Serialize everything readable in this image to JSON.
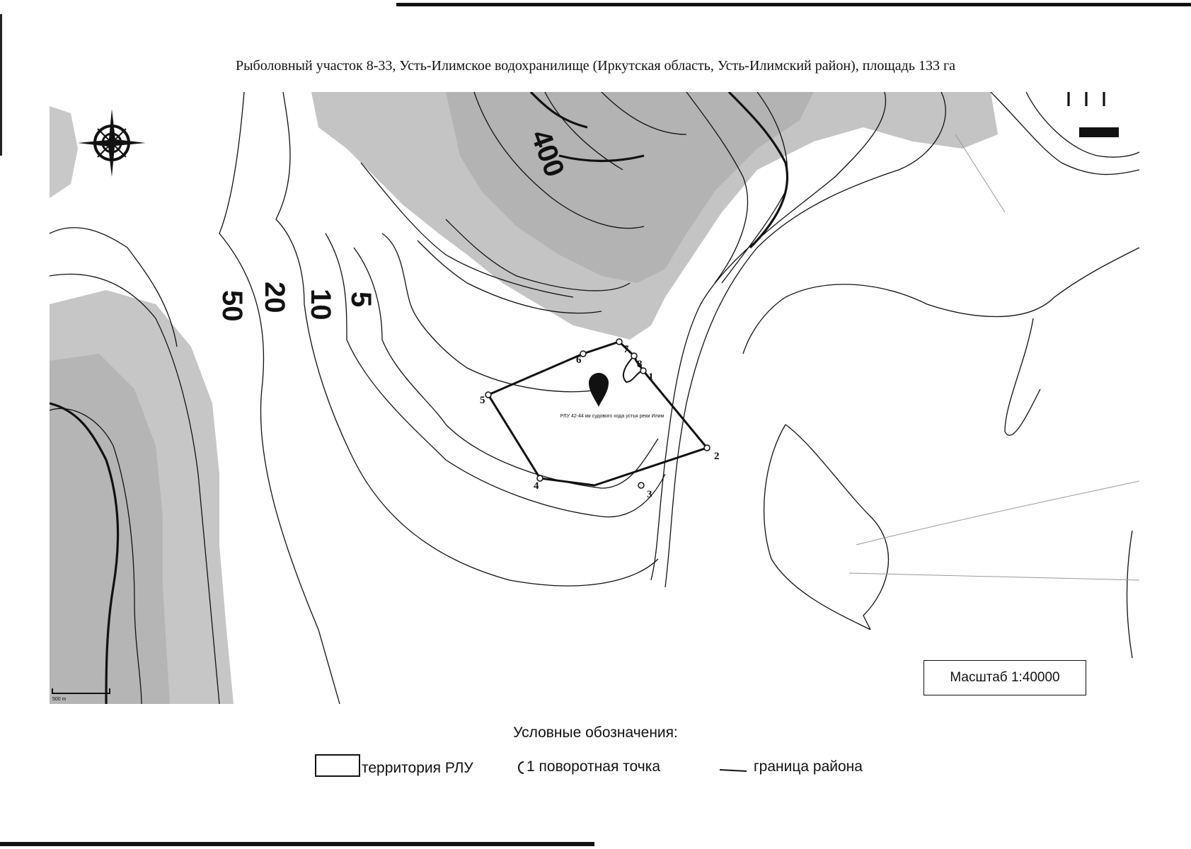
{
  "title": "Рыболовный участок 8-33, Усть-Илимское водохранилище (Иркутская область, Усть-Илимский район), площадь 133 га",
  "map": {
    "contour_labels": [
      "400",
      "50",
      "20",
      "10",
      "5"
    ],
    "marker_label": "РЛУ 42-44 км судового хода устья реки Илим",
    "points": [
      "1",
      "2",
      "3",
      "4",
      "5",
      "6",
      "7",
      "8"
    ],
    "scale_bar_label": "500 m"
  },
  "scale": "Масштаб 1:40000",
  "legend": {
    "title": "Условные обозначения:",
    "items": {
      "territory": "территория РЛУ",
      "point": "1 поворотная точка",
      "boundary": "граница района"
    }
  },
  "colors": {
    "relief": "#c4c4c4",
    "relief_dark": "#a9a9a9",
    "line": "#111111"
  }
}
